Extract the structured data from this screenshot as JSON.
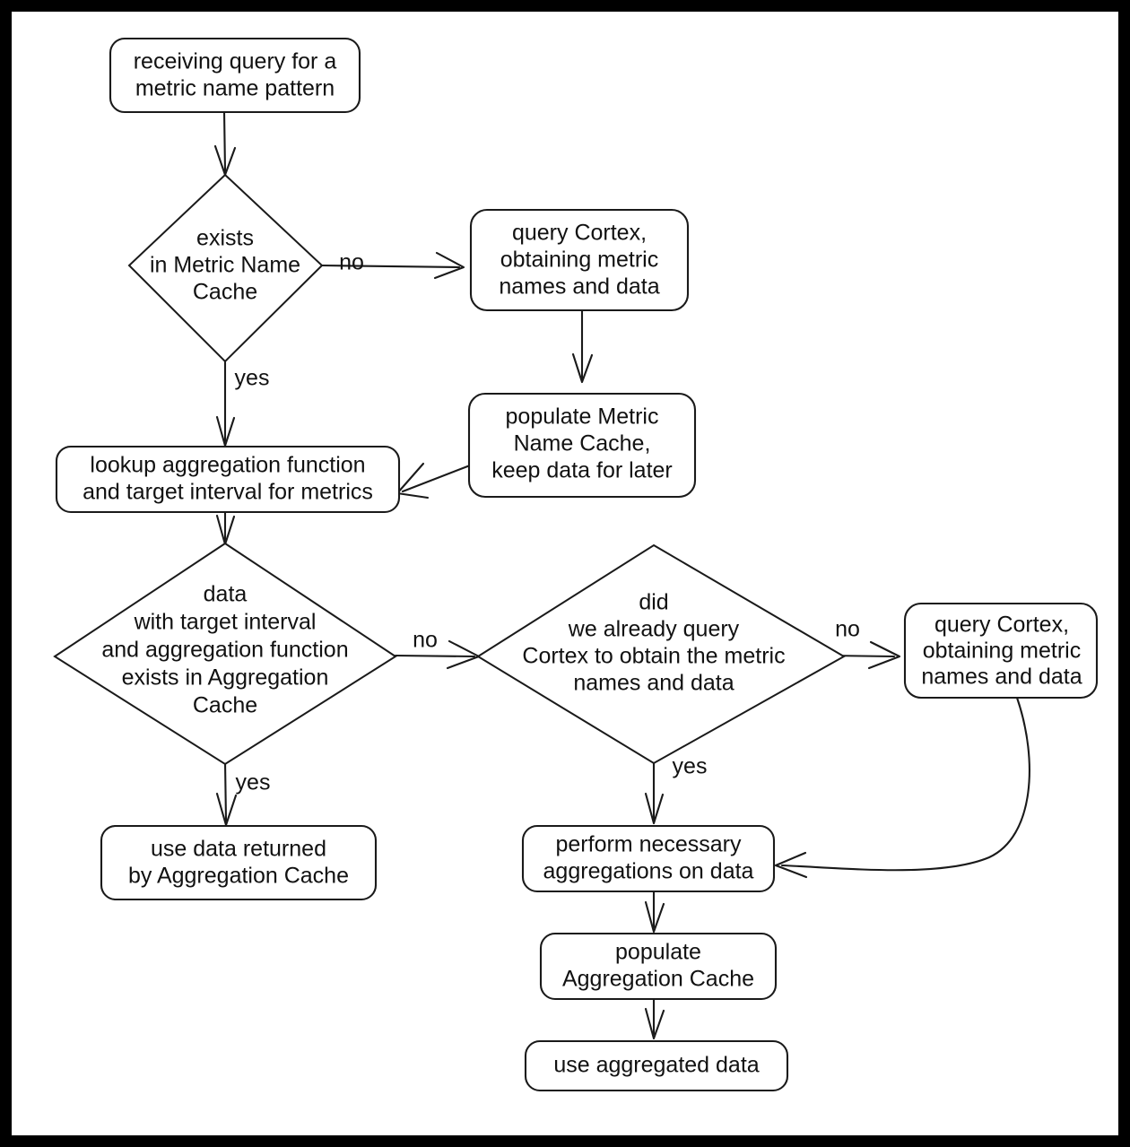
{
  "diagram": {
    "type": "flowchart",
    "frame_color": "#000000",
    "background_color": "#ffffff",
    "stroke_color": "#1a1a1a",
    "nodes": [
      {
        "id": "start",
        "shape": "rounded-rect",
        "lines": [
          "receiving query for a",
          "metric name pattern"
        ]
      },
      {
        "id": "exists-metric-name-cache",
        "shape": "diamond",
        "lines": [
          "exists",
          "in Metric Name",
          "Cache"
        ]
      },
      {
        "id": "query-cortex-top",
        "shape": "rounded-rect",
        "lines": [
          "query Cortex,",
          "obtaining metric",
          "names and data"
        ]
      },
      {
        "id": "populate-metric-name-cache",
        "shape": "rounded-rect",
        "lines": [
          "populate Metric",
          "Name Cache,",
          "keep data for later"
        ]
      },
      {
        "id": "lookup-aggregation",
        "shape": "rounded-rect",
        "lines": [
          "lookup aggregation function",
          "and target interval for metrics"
        ]
      },
      {
        "id": "exists-aggregation-cache",
        "shape": "diamond",
        "lines": [
          "data",
          "with target interval",
          "and aggregation function",
          "exists in Aggregation",
          "Cache"
        ]
      },
      {
        "id": "did-we-already-query",
        "shape": "diamond",
        "lines": [
          "did",
          "we already query",
          "Cortex to obtain the metric",
          "names and data"
        ]
      },
      {
        "id": "query-cortex-bottom",
        "shape": "rounded-rect",
        "lines": [
          "query Cortex,",
          "obtaining metric",
          "names and data"
        ]
      },
      {
        "id": "use-data-returned",
        "shape": "rounded-rect",
        "lines": [
          "use data returned",
          "by Aggregation Cache"
        ]
      },
      {
        "id": "perform-aggregations",
        "shape": "rounded-rect",
        "lines": [
          "perform necessary",
          "aggregations on data"
        ]
      },
      {
        "id": "populate-aggregation-cache",
        "shape": "rounded-rect",
        "lines": [
          "populate",
          "Aggregation Cache"
        ]
      },
      {
        "id": "use-aggregated-data",
        "shape": "rounded-rect",
        "lines": [
          "use aggregated data"
        ]
      }
    ],
    "edge_labels": {
      "exists_no": "no",
      "exists_yes": "yes",
      "agg_cache_no": "no",
      "agg_cache_yes": "yes",
      "already_query_no": "no",
      "already_query_yes": "yes"
    }
  }
}
